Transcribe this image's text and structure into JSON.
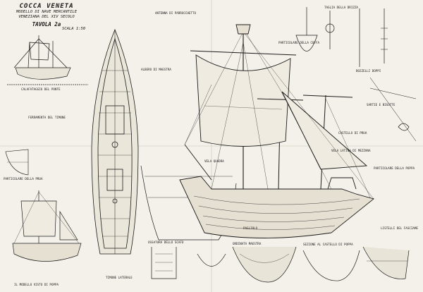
{
  "title": {
    "line1": "COCCA VENETA",
    "line2": "MODELLO DI NAVE MERCANTILE",
    "line3": "VENEZIANA DEL XIV SECOLO",
    "sheet": "TAVOLA 2a",
    "scale": "SCALA 1:50"
  },
  "notes": [
    "CALAFATAGGIO DEL PONTE",
    "FERRAMENTA DEL TIMONE",
    "ANTENNA DI PARROCCHETTO",
    "PARTICOLARE DELLA COFFA",
    "TAGLIA DELLA DRIZZA",
    "BOZZELLI DOPPI",
    "SARTIE E BIGOTTE",
    "PARTICOLARE DELLA POPPA",
    "CASTELLO DI PRUA",
    "PAGLIOLO",
    "OSSATURA DELLO SCAFO",
    "ORDINATA MAESTRA",
    "SEZIONE AL CASTELLO DI POPPA",
    "TIMONE LATERALE",
    "ALBERO DI MAESTRA",
    "VELA LATINA DI MEZZANA",
    "VELA QUADRA",
    "IL MODELLO VISTO DI POPPA",
    "PARTICOLARE DELLA PRUA",
    "LISTELLI DEL FASCIAME"
  ],
  "colors": {
    "paper": "#f4f1ea",
    "ink": "#1a1a1a"
  }
}
